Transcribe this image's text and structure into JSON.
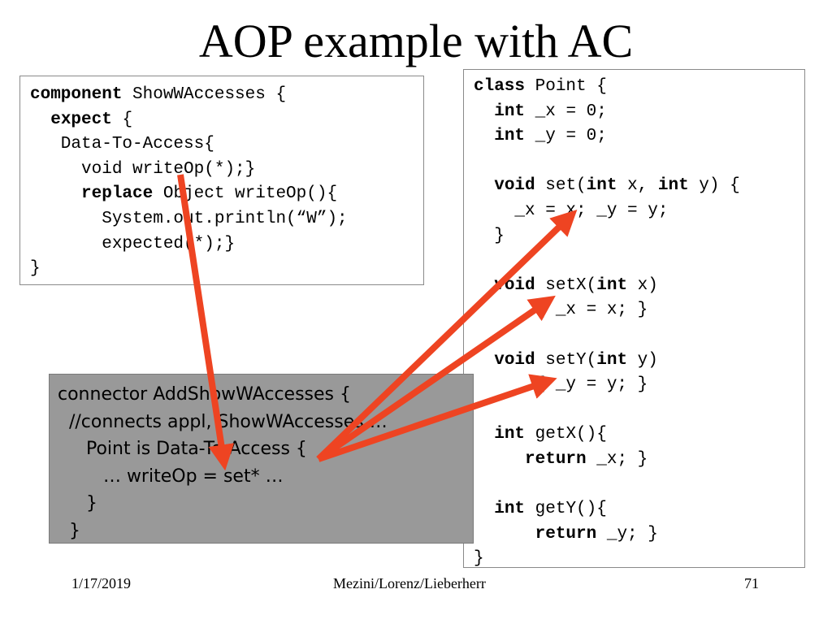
{
  "slide": {
    "title": "AOP example with AC"
  },
  "component_code": [
    {
      "parts": [
        {
          "t": "component",
          "b": true
        },
        {
          "t": " ShowWAccesses {",
          "b": false
        }
      ]
    },
    {
      "parts": [
        {
          "t": "  ",
          "b": false
        },
        {
          "t": "expect",
          "b": true
        },
        {
          "t": " {",
          "b": false
        }
      ]
    },
    {
      "parts": [
        {
          "t": "   Data-To-Access{",
          "b": false
        }
      ]
    },
    {
      "parts": [
        {
          "t": "     void writeOp(*);}",
          "b": false
        }
      ]
    },
    {
      "parts": [
        {
          "t": "     ",
          "b": false
        },
        {
          "t": "replace",
          "b": true
        },
        {
          "t": " Object writeOp(){",
          "b": false
        }
      ]
    },
    {
      "parts": [
        {
          "t": "       System.out.println(“W”);",
          "b": false
        }
      ]
    },
    {
      "parts": [
        {
          "t": "       expected(*);}",
          "b": false
        }
      ]
    },
    {
      "parts": [
        {
          "t": "}",
          "b": false
        }
      ]
    }
  ],
  "point_code": [
    {
      "parts": [
        {
          "t": "class",
          "b": true
        },
        {
          "t": " Point {",
          "b": false
        }
      ]
    },
    {
      "parts": [
        {
          "t": "  ",
          "b": false
        },
        {
          "t": "int",
          "b": true
        },
        {
          "t": " _x = 0;",
          "b": false
        }
      ]
    },
    {
      "parts": [
        {
          "t": "  ",
          "b": false
        },
        {
          "t": "int",
          "b": true
        },
        {
          "t": " _y = 0;",
          "b": false
        }
      ]
    },
    {
      "parts": [
        {
          "t": "",
          "b": false
        }
      ]
    },
    {
      "parts": [
        {
          "t": "  ",
          "b": false
        },
        {
          "t": "void",
          "b": true
        },
        {
          "t": " set(",
          "b": false
        },
        {
          "t": "int",
          "b": true
        },
        {
          "t": " x, ",
          "b": false
        },
        {
          "t": "int",
          "b": true
        },
        {
          "t": " y) {",
          "b": false
        }
      ]
    },
    {
      "parts": [
        {
          "t": "    _x = x; _y = y;",
          "b": false
        }
      ]
    },
    {
      "parts": [
        {
          "t": "  }",
          "b": false
        }
      ]
    },
    {
      "parts": [
        {
          "t": "",
          "b": false
        }
      ]
    },
    {
      "parts": [
        {
          "t": "  ",
          "b": false
        },
        {
          "t": "void",
          "b": true
        },
        {
          "t": " setX(",
          "b": false
        },
        {
          "t": "int",
          "b": true
        },
        {
          "t": " x)",
          "b": false
        }
      ]
    },
    {
      "parts": [
        {
          "t": "      { _x = x; }",
          "b": false
        }
      ]
    },
    {
      "parts": [
        {
          "t": "",
          "b": false
        }
      ]
    },
    {
      "parts": [
        {
          "t": "  ",
          "b": false
        },
        {
          "t": "void",
          "b": true
        },
        {
          "t": " setY(",
          "b": false
        },
        {
          "t": "int",
          "b": true
        },
        {
          "t": " y)",
          "b": false
        }
      ]
    },
    {
      "parts": [
        {
          "t": "      { _y = y; }",
          "b": false
        }
      ]
    },
    {
      "parts": [
        {
          "t": "",
          "b": false
        }
      ]
    },
    {
      "parts": [
        {
          "t": "  ",
          "b": false
        },
        {
          "t": "int",
          "b": true
        },
        {
          "t": " getX(){",
          "b": false
        }
      ]
    },
    {
      "parts": [
        {
          "t": "     ",
          "b": false
        },
        {
          "t": "return",
          "b": true
        },
        {
          "t": " _x; }",
          "b": false
        }
      ]
    },
    {
      "parts": [
        {
          "t": "",
          "b": false
        }
      ]
    },
    {
      "parts": [
        {
          "t": "  ",
          "b": false
        },
        {
          "t": "int",
          "b": true
        },
        {
          "t": " getY(){",
          "b": false
        }
      ]
    },
    {
      "parts": [
        {
          "t": "      ",
          "b": false
        },
        {
          "t": "return",
          "b": true
        },
        {
          "t": " _y; }",
          "b": false
        }
      ]
    },
    {
      "parts": [
        {
          "t": "}",
          "b": false
        }
      ]
    }
  ],
  "connector_lines": [
    "connector AddShowWAccesses {",
    "  //connects appl, ShowWAccesses …",
    "     Point is Data-To-Access {",
    "        … writeOp = set* …",
    "     }",
    "  }"
  ],
  "footer": {
    "date": "1/17/2019",
    "authors": "Mezini/Lorenz/Lieberherr",
    "page": "71"
  },
  "colors": {
    "arrow": "#ee4422",
    "connector_bg": "#999999"
  }
}
